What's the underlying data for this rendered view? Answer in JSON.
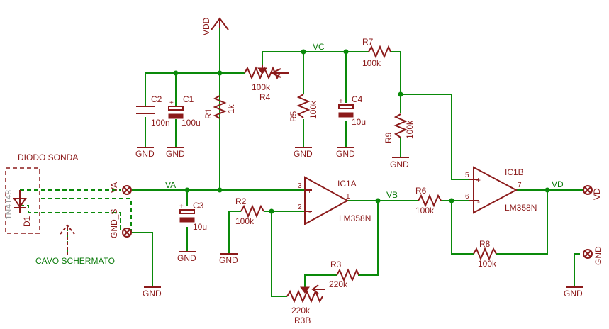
{
  "colors": {
    "wire": "#0a8a0a",
    "component": "#8b1a1a",
    "background": "#ffffff",
    "box": "#8b1a1a"
  },
  "labels": {
    "vdd": "VDD",
    "vc": "VC",
    "va": "VA",
    "vb": "VB",
    "vd": "VD",
    "va_pin": "VA",
    "vd_pin": "VD",
    "gnd_s": "GND_S",
    "gnd": "GND",
    "diodo_sonda": "DIODO SONDA",
    "cavo_schermato": "CAVO SCHERMATO"
  },
  "components": {
    "r1": {
      "name": "R1",
      "value": "1k"
    },
    "r2": {
      "name": "R2",
      "value": "100k"
    },
    "r3": {
      "name": "R3",
      "value": "220k"
    },
    "r3b": {
      "name": "R3B",
      "value": "220k"
    },
    "r4": {
      "name": "R4",
      "value": "100k"
    },
    "r5": {
      "name": "R5",
      "value": "100k"
    },
    "r6": {
      "name": "R6",
      "value": "100k"
    },
    "r7": {
      "name": "R7",
      "value": "100k"
    },
    "r8": {
      "name": "R8",
      "value": "100k"
    },
    "r9": {
      "name": "R9",
      "value": "100k"
    },
    "c1": {
      "name": "C1",
      "value": "100u"
    },
    "c2": {
      "name": "C2",
      "value": "100n"
    },
    "c3": {
      "name": "C3",
      "value": "10u"
    },
    "c4": {
      "name": "C4",
      "value": "10u"
    },
    "d1": {
      "name": "D1",
      "value": "1N4148"
    },
    "ic1a": {
      "name": "IC1A",
      "value": "LM358N",
      "pin_plus": "3",
      "pin_minus": "2",
      "pin_out": "1",
      "plus_sign": "+",
      "minus_sign": "-"
    },
    "ic1b": {
      "name": "IC1B",
      "value": "LM358N",
      "pin_plus": "5",
      "pin_minus": "6",
      "pin_out": "7",
      "plus_sign": "+",
      "minus_sign": "-"
    }
  }
}
